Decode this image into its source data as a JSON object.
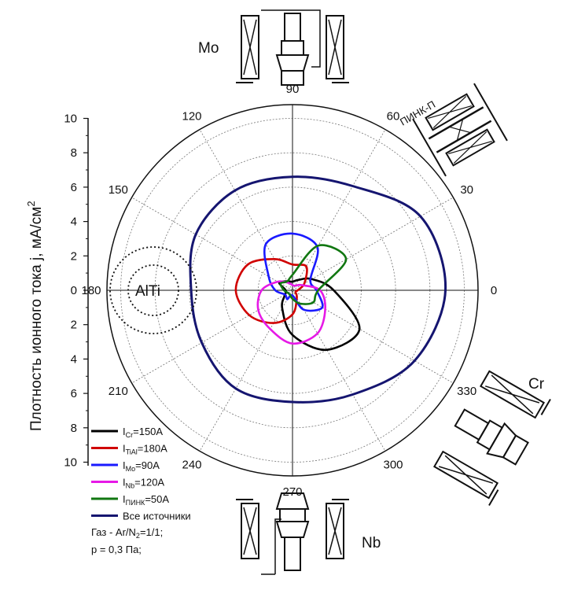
{
  "chart_data": {
    "type": "polar-line",
    "ylabel": "Плотность ионного тока j, мА/см",
    "ylabel_sup": "2",
    "r_ticks": [
      "10",
      "8",
      "6",
      "4",
      "2",
      "0",
      "2",
      "4",
      "6",
      "8",
      "10"
    ],
    "rmax": 10.8,
    "angle_labels": [
      "0",
      "30",
      "60",
      "90",
      "120",
      "150",
      "180",
      "210",
      "240",
      "270",
      "300",
      "330"
    ],
    "angle_step_deg": 30,
    "sources": {
      "mo": "Mo",
      "pink": "ПИНК-П",
      "altI": "AlTi",
      "cr": "Cr",
      "nb": "Nb"
    },
    "series": [
      {
        "key": "cr",
        "name": "I",
        "sub": "Cr",
        "value": "=150A",
        "color": "#000000",
        "points": [
          [
            0,
            2.4
          ],
          [
            30,
            1.3
          ],
          [
            60,
            0.7
          ],
          [
            90,
            0.5
          ],
          [
            120,
            0.6
          ],
          [
            150,
            0.9
          ],
          [
            180,
            0.4
          ],
          [
            210,
            0.5
          ],
          [
            240,
            1.2
          ],
          [
            270,
            2.6
          ],
          [
            300,
            4.0
          ],
          [
            330,
            4.5
          ]
        ]
      },
      {
        "key": "tial",
        "name": "I",
        "sub": "TiAl",
        "value": "=180A",
        "color": "#d00000",
        "points": [
          [
            0,
            0.3
          ],
          [
            30,
            0.8
          ],
          [
            60,
            1.6
          ],
          [
            90,
            1.5
          ],
          [
            120,
            2.1
          ],
          [
            150,
            3.0
          ],
          [
            180,
            3.3
          ],
          [
            210,
            2.9
          ],
          [
            240,
            2.2
          ],
          [
            270,
            1.4
          ],
          [
            300,
            0.5
          ],
          [
            330,
            0.2
          ]
        ]
      },
      {
        "key": "mo",
        "name": "I",
        "sub": "Mo",
        "value": "=90A",
        "color": "#1a1aff",
        "points": [
          [
            0,
            1.4
          ],
          [
            30,
            1.2
          ],
          [
            60,
            2.9
          ],
          [
            90,
            3.3
          ],
          [
            120,
            3.1
          ],
          [
            150,
            1.6
          ],
          [
            180,
            1.0
          ],
          [
            210,
            0.5
          ],
          [
            240,
            0.6
          ],
          [
            270,
            0.3
          ],
          [
            300,
            1.3
          ],
          [
            330,
            2.0
          ]
        ]
      },
      {
        "key": "nb",
        "name": "I",
        "sub": "Nb",
        "value": "=120A",
        "color": "#e619e6",
        "points": [
          [
            0,
            1.6
          ],
          [
            30,
            0.6
          ],
          [
            60,
            0.3
          ],
          [
            90,
            0.3
          ],
          [
            120,
            0.5
          ],
          [
            150,
            1.0
          ],
          [
            180,
            1.8
          ],
          [
            210,
            2.3
          ],
          [
            240,
            2.6
          ],
          [
            270,
            3.1
          ],
          [
            300,
            2.9
          ],
          [
            330,
            2.2
          ]
        ]
      },
      {
        "key": "pink",
        "name": "I",
        "sub": "ПИНК",
        "value": "=50A",
        "color": "#117711",
        "points": [
          [
            0,
            1.5
          ],
          [
            30,
            3.6
          ],
          [
            60,
            3.0
          ],
          [
            90,
            0.9
          ],
          [
            120,
            0.6
          ],
          [
            150,
            0.8
          ],
          [
            180,
            0.5
          ],
          [
            210,
            0.3
          ],
          [
            240,
            0.3
          ],
          [
            270,
            0.5
          ],
          [
            300,
            0.9
          ],
          [
            330,
            1.4
          ]
        ]
      },
      {
        "key": "all",
        "name": "Все источники",
        "sub": "",
        "value": "",
        "color": "#151570",
        "points": [
          [
            0,
            8.9
          ],
          [
            30,
            8.6
          ],
          [
            60,
            7.0
          ],
          [
            90,
            6.6
          ],
          [
            120,
            6.7
          ],
          [
            150,
            6.5
          ],
          [
            180,
            5.9
          ],
          [
            210,
            6.1
          ],
          [
            240,
            6.6
          ],
          [
            270,
            6.5
          ],
          [
            300,
            7.0
          ],
          [
            330,
            8.2
          ]
        ]
      }
    ],
    "notes": [
      {
        "pre": "Газ - Ar/N",
        "sub": "2",
        "post": "=1/1;"
      },
      {
        "pre": "p = 0,3 Па;",
        "sub": "",
        "post": ""
      }
    ],
    "grid": true
  }
}
